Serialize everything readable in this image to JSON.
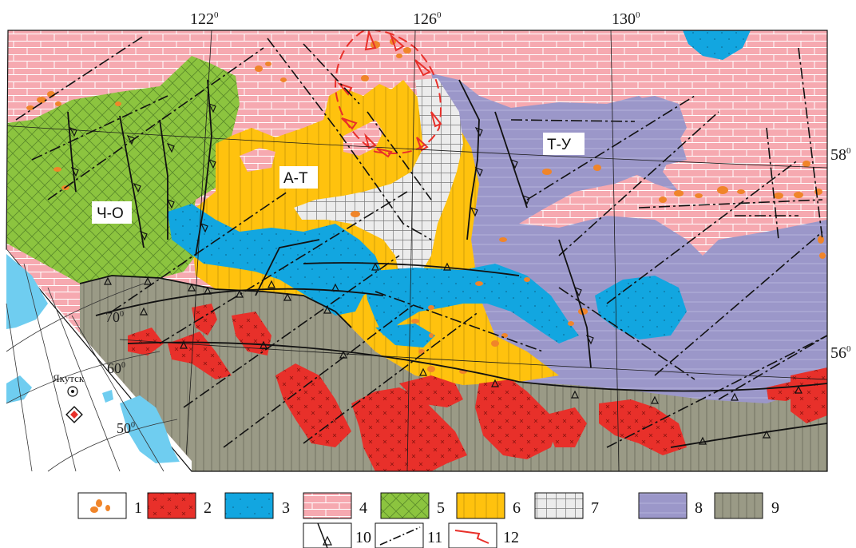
{
  "coords": {
    "lon": [
      {
        "deg": "122",
        "sup": "0"
      },
      {
        "deg": "126",
        "sup": "0"
      },
      {
        "deg": "130",
        "sup": "0"
      }
    ],
    "lat": [
      {
        "deg": "58",
        "sup": "0"
      },
      {
        "deg": "56",
        "sup": "0"
      }
    ]
  },
  "provinces": [
    "Ч-О",
    "А-Т",
    "Т-У"
  ],
  "inset": {
    "city": "Якутск",
    "lats": [
      {
        "deg": "70",
        "sup": "0"
      },
      {
        "deg": "60",
        "sup": "0"
      },
      {
        "deg": "50",
        "sup": "0"
      }
    ]
  },
  "legend": [
    {
      "num": "1",
      "kind": "blobs"
    },
    {
      "num": "2",
      "kind": "crosses",
      "color": "#e8302a"
    },
    {
      "num": "3",
      "kind": "dots",
      "color": "#12a6e0"
    },
    {
      "num": "4",
      "kind": "bricks",
      "color": "#f6a9b0"
    },
    {
      "num": "5",
      "kind": "diagonal-grid",
      "color": "#8cc43f"
    },
    {
      "num": "6",
      "kind": "vertical-lines",
      "color": "#ffc20e"
    },
    {
      "num": "7",
      "kind": "grid",
      "color": "#ececec"
    },
    {
      "num": "8",
      "kind": "horizontal-lines",
      "color": "#9b97c9"
    },
    {
      "num": "9",
      "kind": "vertical-lines",
      "color": "#9a9a86"
    },
    {
      "num": "10",
      "kind": "thrust-symbol"
    },
    {
      "num": "11",
      "kind": "dash-dot-line"
    },
    {
      "num": "12",
      "kind": "red-zigzag"
    }
  ],
  "colors": {
    "pink": "#f6a9b0",
    "green": "#8cc43f",
    "yellow": "#ffc20e",
    "grey_grid": "#ececec",
    "purple": "#9b97c9",
    "olive": "#9a9a86",
    "blue": "#12a6e0",
    "red": "#e8302a",
    "orange": "#f0852a",
    "sea": "#6fcdf0"
  }
}
